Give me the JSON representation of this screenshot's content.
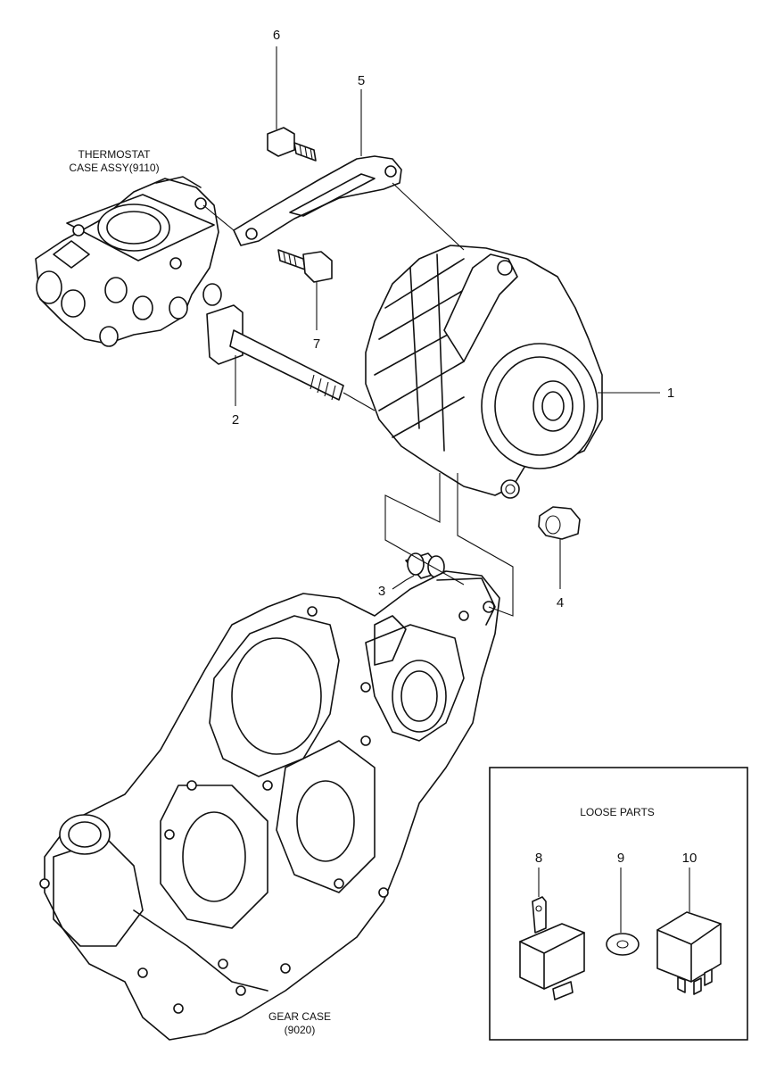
{
  "labels": {
    "thermostat": [
      "THERMOSTAT",
      "CASE ASSY(9110)"
    ],
    "gear_case": [
      "GEAR CASE",
      "(9020)"
    ],
    "loose_parts": "LOOSE PARTS"
  },
  "callouts": {
    "c1": "1",
    "c2": "2",
    "c3": "3",
    "c4": "4",
    "c5": "5",
    "c6": "6",
    "c7": "7",
    "c8": "8",
    "c9": "9",
    "c10": "10"
  }
}
